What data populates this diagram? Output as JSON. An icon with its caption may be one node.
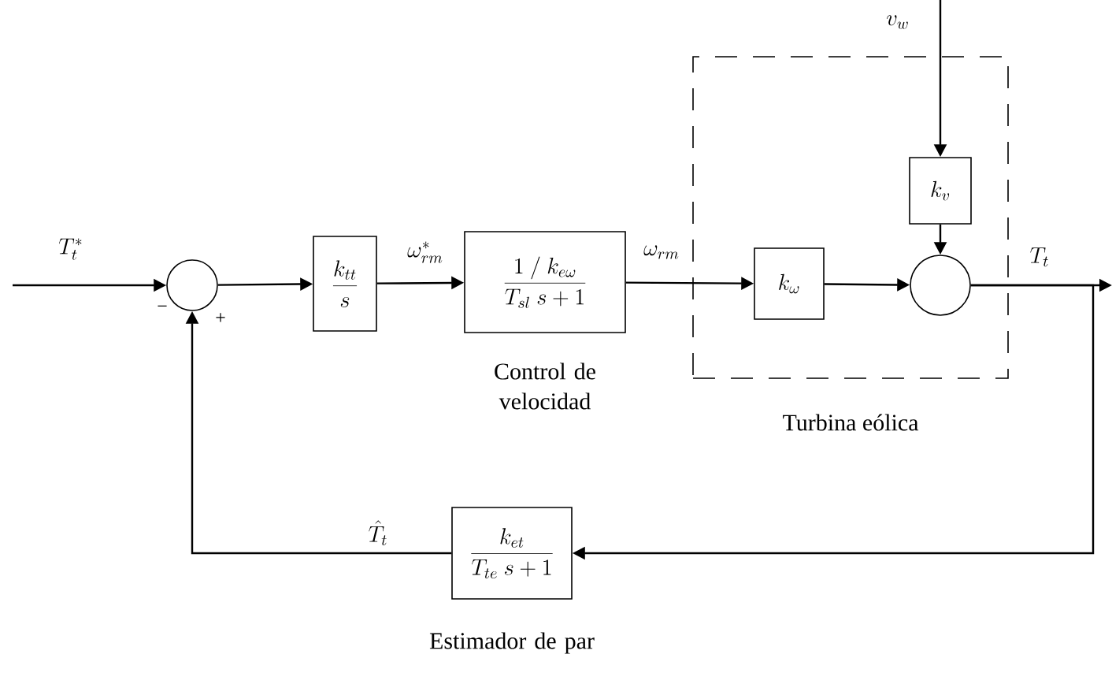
{
  "diagram": {
    "nodes": [
      {
        "text": [],
        "shape": "circle",
        "beside": [
          "−",
          "+"
        ]
      },
      {
        "text": [
          "\\frac{k_{tt}}{s}"
        ]
      },
      {
        "text": [
          "\\frac{1\\ /\\ k_{e\\omega}}{T_{sl}\\ s+1}"
        ],
        "beside": [
          "Control de velocidad"
        ]
      },
      {
        "text": [
          "Turbina eólica"
        ]
      },
      {
        "text": [
          "k_v"
        ],
        "in": 3
      },
      {
        "text": [
          "k_\\omega"
        ],
        "in": 3
      },
      {
        "text": [],
        "shape": "circle",
        "in": 3
      },
      {
        "text": [
          "\\frac{k_{et}}{T_{te}\\ s+1}"
        ],
        "beside": [
          "Estimador de par"
        ]
      }
    ],
    "edges": [
      {
        "from": null,
        "to": 0,
        "arrow": "to",
        "label": "T_t^*"
      },
      {
        "from": 0,
        "to": 1,
        "arrow": "to"
      },
      {
        "from": 1,
        "to": 2,
        "arrow": "to",
        "label": "\\omega_{rm}^*"
      },
      {
        "from": 2,
        "to": 5,
        "arrow": "to",
        "label": "\\omega_{rm}"
      },
      {
        "from": 5,
        "to": 6,
        "arrow": "to"
      },
      {
        "from": null,
        "to": 4,
        "arrow": "to",
        "label": "v_w"
      },
      {
        "from": 4,
        "to": 6,
        "arrow": "to"
      },
      {
        "from": 6,
        "to": null,
        "arrow": "to",
        "label": "T_t"
      },
      {
        "from": 6,
        "to": 7,
        "arrow": "to"
      },
      {
        "from": 7,
        "to": 0,
        "arrow": "to",
        "label": "\\hat{T}_t"
      }
    ]
  }
}
